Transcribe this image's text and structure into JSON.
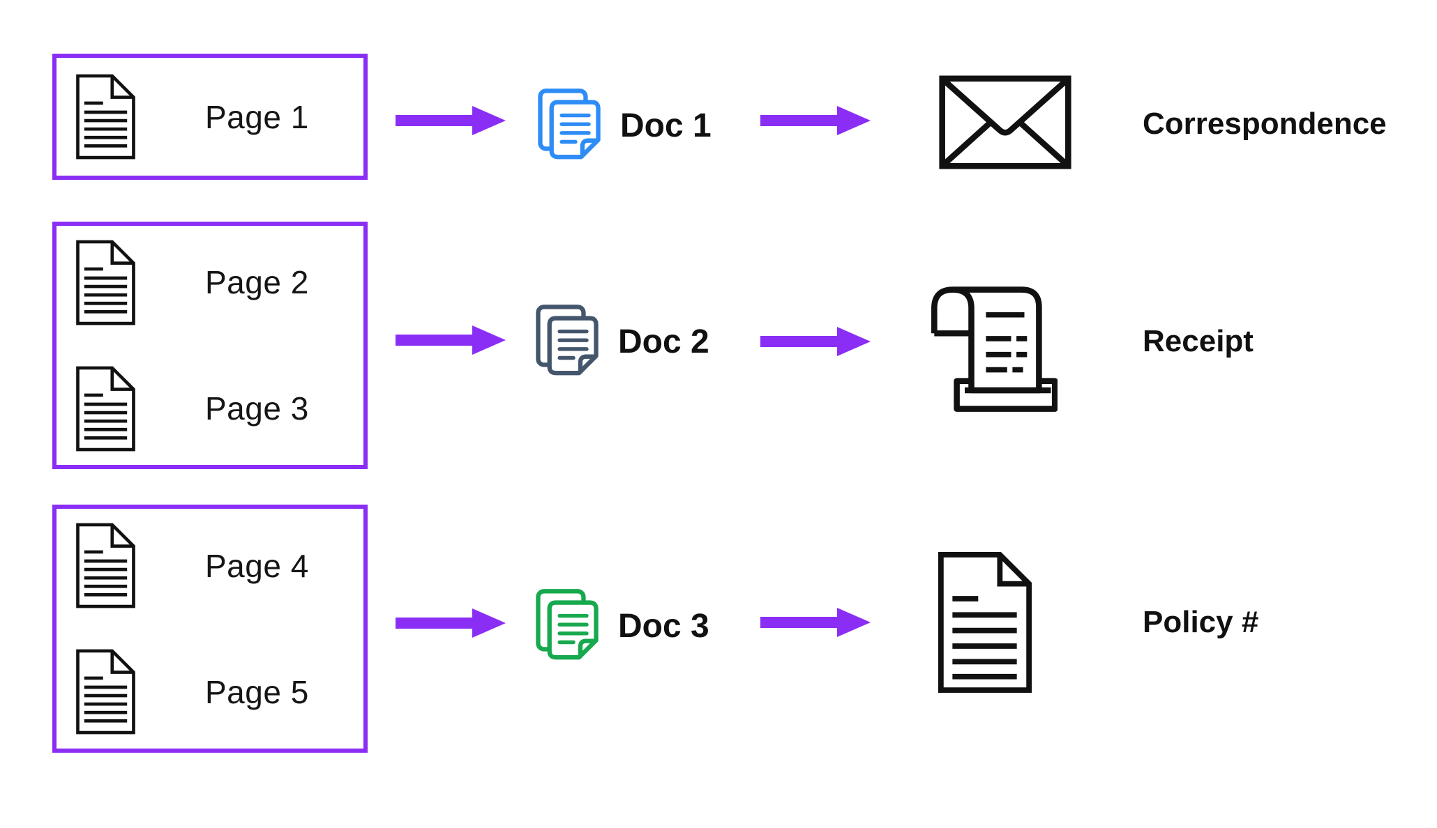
{
  "colors": {
    "accent_purple": "#8b2ef5",
    "ink": "#111111",
    "doc1_blue": "#2e8cf6",
    "doc2_slate": "#44566c",
    "doc3_green": "#17a94e"
  },
  "rows": [
    {
      "pages": [
        {
          "label": "Page 1"
        }
      ],
      "doc": {
        "label": "Doc 1",
        "color": "#2e8cf6"
      },
      "category": {
        "label": "Correspondence",
        "icon": "envelope"
      }
    },
    {
      "pages": [
        {
          "label": "Page 2"
        },
        {
          "label": "Page 3"
        }
      ],
      "doc": {
        "label": "Doc 2",
        "color": "#44566c"
      },
      "category": {
        "label": "Receipt",
        "icon": "receipt"
      }
    },
    {
      "pages": [
        {
          "label": "Page 4"
        },
        {
          "label": "Page 5"
        }
      ],
      "doc": {
        "label": "Doc 3",
        "color": "#17a94e"
      },
      "category": {
        "label": "Policy #",
        "icon": "policy-document"
      }
    }
  ]
}
